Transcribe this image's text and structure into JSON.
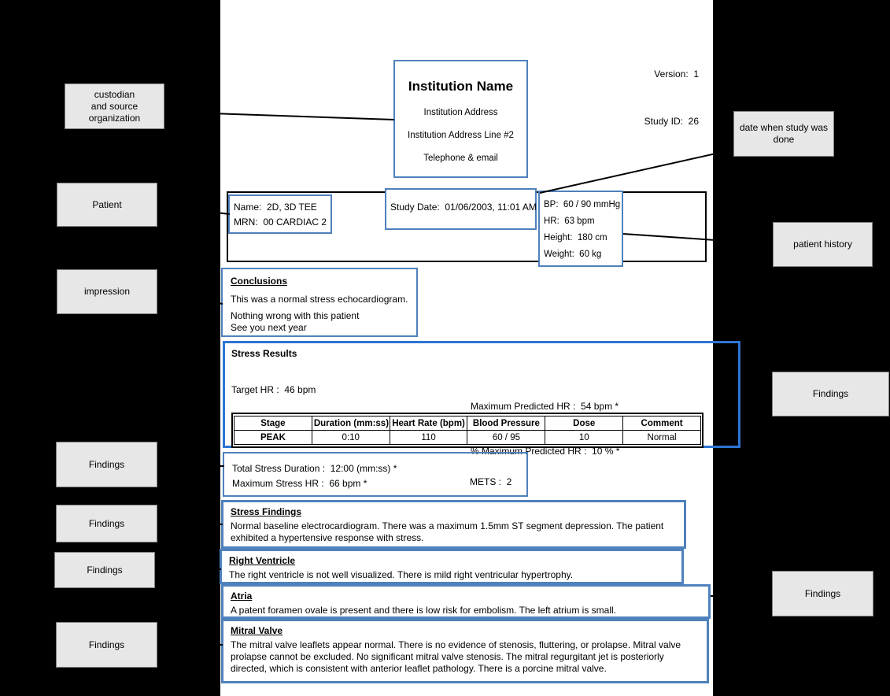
{
  "meta": {
    "version_line": "Version:  1",
    "study_id_line": "Study ID:  26"
  },
  "institution": {
    "name": "Institution Name",
    "address": "Institution Address",
    "address2": "Institution Address Line #2",
    "contact": "Telephone & email"
  },
  "patient_row": {
    "name_line": "Name:  2D, 3D TEE",
    "mrn_line": "MRN:  00 CARDIAC 2",
    "study_date_line": "Study Date:  01/06/2003, 11:01 AM",
    "bp_line": "BP:  60 / 90 mmHg",
    "hr_line": "HR:  63 bpm",
    "height_line": "Height:  180 cm",
    "weight_line": "Weight:  60 kg"
  },
  "conclusions": {
    "title": "Conclusions",
    "line1": "This was a normal stress echocardiogram.",
    "line2": "Nothing wrong with this patient",
    "line3": "See you next year"
  },
  "stress_results": {
    "title": "Stress Results",
    "max_predicted_hr": "Maximum Predicted HR :  54 bpm *",
    "target_hr": "Target HR :  46 bpm",
    "pct_max_predicted_hr": "% Maximum Predicted HR :  10 % *",
    "table": {
      "headers": [
        "Stage",
        "Duration (mm:ss)",
        "Heart Rate (bpm)",
        "Blood Pressure",
        "Dose",
        "Comment"
      ],
      "rows": [
        [
          "PEAK",
          "0:10",
          "110",
          "60 / 95",
          "10",
          "Normal"
        ]
      ]
    }
  },
  "stress_summary": {
    "total_duration": "Total Stress Duration :  12:00 (mm:ss) *",
    "max_stress_hr": "Maximum Stress HR :  66 bpm *",
    "mets": "METS :  2"
  },
  "sections": [
    {
      "title": "Stress Findings",
      "body": "Normal baseline electrocardiogram. There was a maximum 1.5mm ST segment depression. The patient exhibited a hypertensive response with stress."
    },
    {
      "title": "Right Ventricle",
      "body": "The right ventricle is not well visualized. There is mild right ventricular hypertrophy."
    },
    {
      "title": "Atria",
      "body": "A patent foramen ovale is present and there is low risk for embolism. The left atrium is small."
    },
    {
      "title": "Mitral Valve",
      "body": "The mitral valve leaflets appear normal. There is no evidence of stenosis, fluttering, or prolapse. Mitral valve prolapse cannot be excluded. No significant mitral valve stenosis. The mitral regurgitant jet is posteriorly directed, which is consistent with anterior leaflet pathology. There is a porcine mitral valve."
    }
  ],
  "annotations": {
    "left": [
      {
        "label": "custodian\nand source\norganization"
      },
      {
        "label": "Patient"
      },
      {
        "label": "impression"
      },
      {
        "label": "Findings"
      },
      {
        "label": "Findings"
      },
      {
        "label": "Findings"
      },
      {
        "label": "Findings"
      }
    ],
    "right": [
      {
        "label": "date when study was\ndone"
      },
      {
        "label": "patient history"
      },
      {
        "label": "Findings"
      },
      {
        "label": "Findings"
      }
    ]
  },
  "colors": {
    "accent_blue": "#4f81bd",
    "bracket_blue": "#2e75d4",
    "label_bg": "#e7e7e7",
    "page_bg": "#ffffff",
    "canvas_bg": "#000000"
  }
}
